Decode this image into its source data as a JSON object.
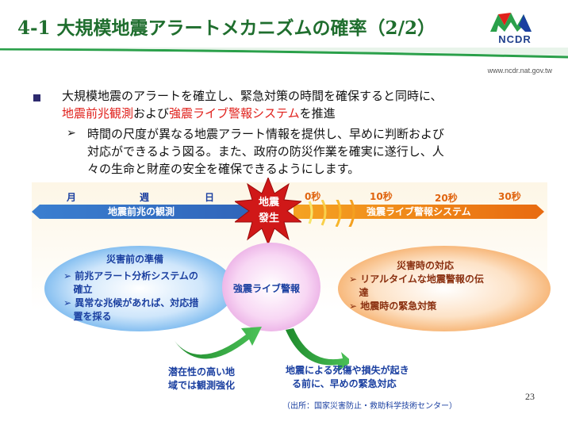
{
  "slide": {
    "title": "4-1 大規模地震アラートメカニズムの確率（2/2）",
    "logo_text": "NCDR",
    "url": "www.ncdr.nat.gov.tw",
    "page_number": "23",
    "source": "（出所：国家災害防止・救助科学技術センター）"
  },
  "bullet_main": {
    "line1": "大規模地震のアラートを確立し、緊急対策の時間を確保すると同時に、",
    "line2_red1": "地震前兆観測",
    "line2_mid": "および",
    "line2_red2": "強震ライブ警報システム",
    "line2_end": "を推進"
  },
  "bullet_sub": {
    "arrow": "➢",
    "line1": "時間の尺度が異なる地震アラート情報を提供し、早めに判断および",
    "line2": "対応ができるよう図る。また、政府の防災作業を確実に遂行し、人",
    "line3": "々の生命と財産の安全を確保できるようにします。"
  },
  "timeline": {
    "left_labels": [
      "月",
      "週",
      "日"
    ],
    "right_labels": [
      "0秒",
      "10秒",
      "20秒",
      "30秒"
    ],
    "left_bar": "地震前兆の観測",
    "right_bar": "強震ライブ警報システム",
    "burst_line1": "地震",
    "burst_line2": "發生"
  },
  "ellipses": {
    "left": {
      "title": "災害前の準備",
      "items": [
        {
          "l1": "前兆アラート分析システムの",
          "l2": "確立"
        },
        {
          "l1": "異常な兆候があれば、対応措",
          "l2": "置を採る"
        }
      ]
    },
    "center": {
      "title": "強震ライブ警報"
    },
    "right": {
      "title": "災害時の対応",
      "items": [
        {
          "l1": "リアルタイムな地震警報の伝",
          "l2": "達"
        },
        {
          "l1": "地震時の緊急対策",
          "l2": ""
        }
      ]
    }
  },
  "notes": {
    "left_l1": "潜在性の高い地",
    "left_l2": "域では観測強化",
    "right_l1": "地震による死傷や損失が起き",
    "right_l2": "る前に、早めの緊急対応"
  }
}
